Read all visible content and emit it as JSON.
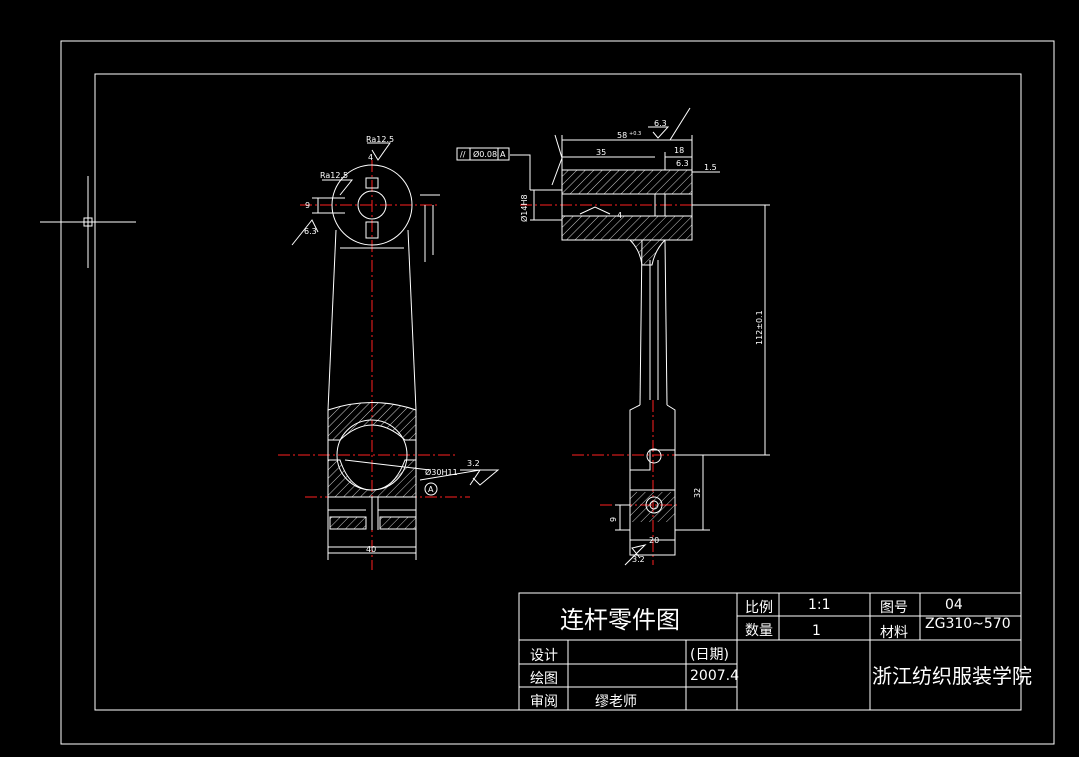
{
  "colors": {
    "background": "#000000",
    "line": "#ffffff",
    "center": "#ff2020"
  },
  "title_block": {
    "title": "连杆零件图",
    "scale_label": "比例",
    "scale_value": "1:1",
    "drawing_no_label": "图号",
    "drawing_no_value": "04",
    "quantity_label": "数量",
    "quantity_value": "1",
    "material_label": "材料",
    "material_value": "ZG310~570",
    "design_label": "设计",
    "date_label": "(日期)",
    "drawn_label": "绘图",
    "date_value": "2007.4",
    "review_label": "审阅",
    "reviewer": "缪老师",
    "school": "浙江纺织服装学院"
  },
  "front_view": {
    "top_roughness": "Ra12.5",
    "left_roughness": "Ra12.5",
    "dim_top": "4",
    "dim_left": "9",
    "rough_left": "6.3",
    "hole_dim": "Ø30H11",
    "rough_right": "3.2",
    "datum": "A",
    "width_dim": "40"
  },
  "side_view": {
    "rough_top": "6.3",
    "dim_58": "58",
    "tol_58": "+0.3",
    "dim_35": "35",
    "dim_18": "18",
    "rough_63": "6.3",
    "dim_15": "1.5",
    "tolerance_frame": "//",
    "tolerance_value": "Ø0.08",
    "tolerance_datum": "A",
    "bore_dim": "Ø14H8",
    "dim_4": "4",
    "center_dist": "112±0.1",
    "dim_32": "32",
    "dim_9": "9",
    "dim_20": "20",
    "rough_bottom": "3.2"
  }
}
